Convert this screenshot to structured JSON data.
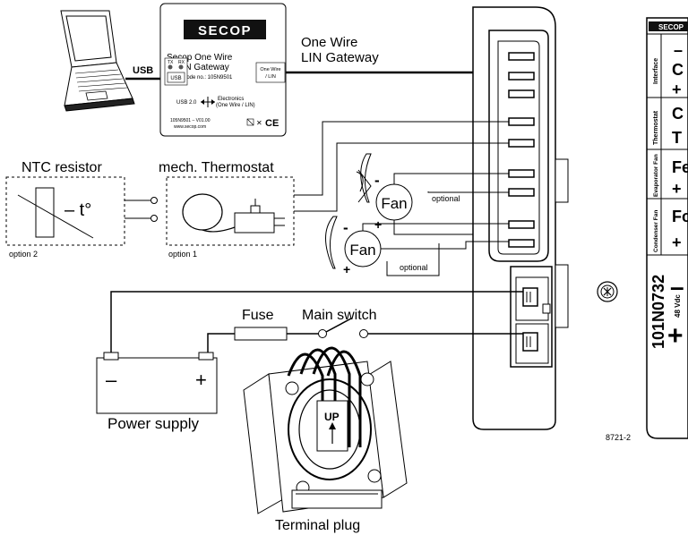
{
  "gateway": {
    "brand": "SECOP",
    "title_line1": "Secop One Wire",
    "title_line2": "LIN Gateway",
    "code": "Code no.: 105N9501",
    "tx": "TX",
    "rx": "RX",
    "usb_box": "USB",
    "onewire_box_l1": "One Wire",
    "onewire_box_l2": "/ LIN",
    "usb20": "USB 2.0",
    "electronics_l1": "Electronics",
    "electronics_l2": "(One Wire / LIN)",
    "version": "105N9501 – V01.00",
    "website": "www.secop.com",
    "ce": "CE"
  },
  "labels": {
    "usb": "USB",
    "onewire_l1": "One Wire",
    "onewire_l2": "LIN Gateway",
    "ntc": "NTC resistor",
    "t_deg": "– t°",
    "option2": "option 2",
    "mech_thermostat": "mech. Thermostat",
    "option1": "option 1",
    "fan": "Fan",
    "optional": "optional",
    "minus": "-",
    "plus": "+",
    "fuse": "Fuse",
    "main_switch": "Main switch",
    "power_supply": "Power supply",
    "ps_minus": "–",
    "ps_plus": "+",
    "terminal_plug": "Terminal plug",
    "up": "UP",
    "ref": "8721-2"
  },
  "label_strip": {
    "brand": "SECOP",
    "model": "101N0732",
    "vdc": "48 Vdc",
    "sections": [
      {
        "name": "Interface",
        "chars": [
          "–",
          "C",
          "+"
        ]
      },
      {
        "name": "Thermostat",
        "chars": [
          "C",
          "T"
        ]
      },
      {
        "name": "Evaporator Fan",
        "chars": [
          "Fe",
          "+"
        ]
      },
      {
        "name": "Condenser Fan",
        "chars": [
          "Fc",
          "+"
        ]
      }
    ],
    "power_minus": "–",
    "power_plus": "+"
  }
}
